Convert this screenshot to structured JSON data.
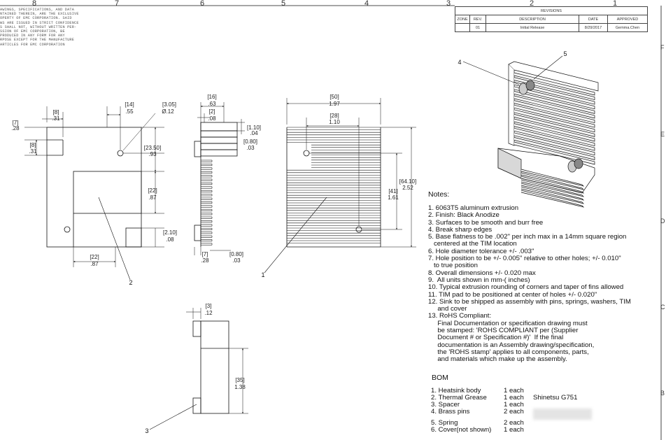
{
  "zones": {
    "top": [
      "8",
      "7",
      "6",
      "5",
      "4",
      "3",
      "2",
      "1"
    ],
    "right": [
      "F",
      "E",
      "D",
      "C",
      "B"
    ]
  },
  "proprietary_lines": [
    "AWINGS, SPECIFICATIONS, AND DATA",
    "NTAINED THEREIN, ARE THE EXCLUSIVE",
    "OPERTY OF EMC CORPORATION. SAID",
    "WS ARE ISSUED IN STRICT CONFIDENCE",
    "S SHALL NOT, WITHOUT WRITTEN PER-",
    "SSION OF EMC CORPORATION, BE",
    "PRODUCED IN ANY FORM FOR ANY",
    "RPOSE EXCEPT FOR THE MANUFACTURE",
    "ARTICLES FOR EMC CORPORATION"
  ],
  "revisions": {
    "title": "REVISIONS",
    "headers": [
      "ZONE",
      "REV.",
      "DESCRIPTION",
      "DATE",
      "APPROVED"
    ],
    "row": [
      "",
      "01",
      "Initial Release",
      "8/29/2017",
      "Gemma.Chen"
    ]
  },
  "dims": {
    "d8": [
      "[8]",
      ".31"
    ],
    "d7": [
      "[7]",
      ".28"
    ],
    "d8b": [
      "[8]",
      ".31"
    ],
    "d14": [
      "[14]",
      ".55"
    ],
    "d305": [
      "[3.05]",
      "Ø.12"
    ],
    "d2350": [
      "[23.50]",
      ".93"
    ],
    "d22v": [
      "[22]",
      ".87"
    ],
    "d210": [
      "[2.10]",
      ".08"
    ],
    "d22h": [
      "[22]",
      ".87"
    ],
    "d16": [
      "[16]",
      ".63"
    ],
    "d2": [
      "[2]",
      ".08"
    ],
    "d110": [
      "[1.10]",
      ".04"
    ],
    "d080": [
      "[0.80]",
      ".03"
    ],
    "d7b": [
      "[7]",
      ".28"
    ],
    "d080b": [
      "[0.80]",
      ".03"
    ],
    "d50": [
      "[50]",
      "1.97"
    ],
    "d28": [
      "[28]",
      "1.10"
    ],
    "d41": [
      "[41]",
      "1.61"
    ],
    "d6410": [
      "[64.10]",
      "2.52"
    ],
    "d3": [
      "[3]",
      ".12"
    ],
    "d35": [
      "[35]",
      "1.38"
    ]
  },
  "balloons": {
    "b1": "1",
    "b2": "2",
    "b3": "3",
    "b4": "4",
    "b5": "5"
  },
  "notes": {
    "title": "Notes:",
    "items": [
      "1. 6063T5 aluminum extrusion",
      "2. Finish: Black Anodize",
      "3. Surfaces to be smooth and burr free",
      "4. Break sharp edges",
      "5. Base flatness to be .002\" per inch max in a 14mm square region",
      "   centered at the TIM location",
      "6. Hole diameter tolerance +/- .003\"",
      "7. Hole position to be +/- 0.005\" relative to other holes; +/- 0.010\"",
      "   to true position",
      "8. Overall dimensions +/- 0.020 max",
      "9.  All units shown in mm-( inches)",
      "10. Typical extrusion rounding of corners and taper of fins allowed",
      "11. TIM pad to be positioned at center of holes +/- 0.020\"",
      "12. Sink to be shipped as assembly with pins, springs, washers, TIM",
      "     and cover",
      "13. RoHS Compliant:",
      "     Final Documentation or specification drawing must",
      "     be stamped: 'ROHS COMPLIANT per (Supplier",
      "     Document # or Specification #)'  If the final",
      "     documentation is an Assembly drawing/specification,",
      "     the 'ROHS stamp' applies to all components, parts,",
      "     and materials which make up the assembly."
    ]
  },
  "bom": {
    "title": "BOM",
    "rows": [
      {
        "item": "1. Heatsink body",
        "qty": "1 each",
        "note": ""
      },
      {
        "item": "2. Thermal Grease",
        "qty": "1 each",
        "note": "Shinetsu G751"
      },
      {
        "item": "3. Spacer",
        "qty": "1 each",
        "note": ""
      },
      {
        "item": "4. Brass pins",
        "qty": "2 each",
        "note": ""
      },
      {
        "item": "5. Spring",
        "qty": "2 each",
        "note": ""
      },
      {
        "item": "6. Cover(not shown)",
        "qty": "1 each",
        "note": ""
      }
    ]
  }
}
